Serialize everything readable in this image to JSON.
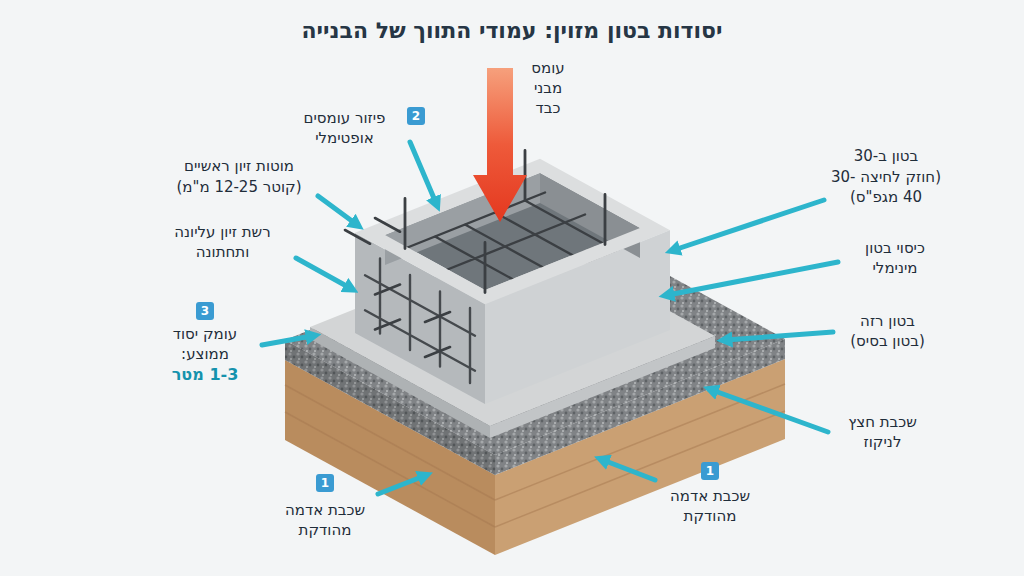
{
  "diagram": {
    "title": "יסודות בטון מזוין: עמודי התווך של הבנייה",
    "labels": [
      "עומס מבני כבד",
      "2",
      "פיזור עומסים אופטימלי",
      "מוטות זיון ראשיים",
      "(קוטר 12-25 מ\"מ)",
      "בטון ב-30",
      "(חוזק לחיצה 30-40 מגפ\"ס)",
      "רשת זיון עליונה ותחתונה",
      "כיסוי בטון מינימלי",
      "בטון רזה",
      "(בטון בסיס)",
      "3",
      "עומק יסוד ממוצע:",
      "1-3 מטר",
      "שכבת חצץ לניקוז",
      "1",
      "שכבת אדמה מהודקת",
      "1",
      "שכבת אדמה מהודקת"
    ]
  }
}
